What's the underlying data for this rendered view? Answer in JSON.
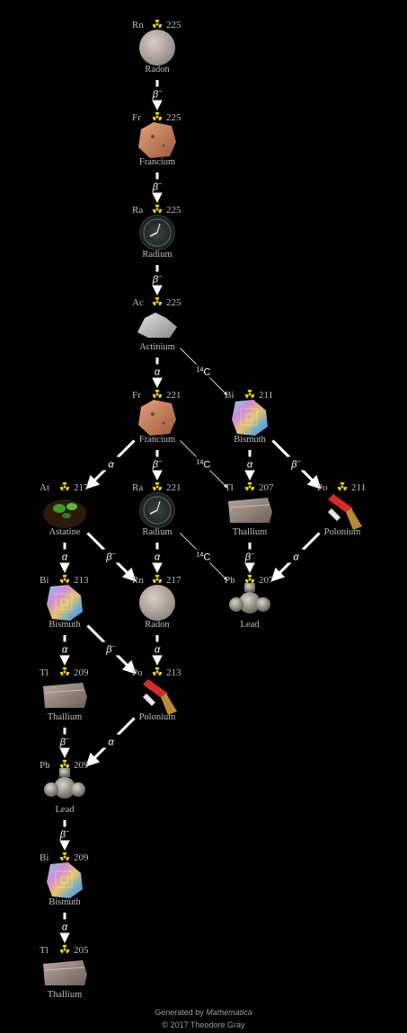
{
  "footer": {
    "line1_prefix": "Generated by ",
    "line1_product": "Mathematica",
    "line2": "© 2017 Theodore Gray"
  },
  "nodes": [
    {
      "id": "rn225",
      "sym": "Rn",
      "mass": "225",
      "name": "Radon",
      "img": "radon"
    },
    {
      "id": "fr225",
      "sym": "Fr",
      "mass": "225",
      "name": "Francium",
      "img": "francium"
    },
    {
      "id": "ra225",
      "sym": "Ra",
      "mass": "225",
      "name": "Radium",
      "img": "radium"
    },
    {
      "id": "ac225",
      "sym": "Ac",
      "mass": "225",
      "name": "Actinium",
      "img": "actinium"
    },
    {
      "id": "fr221",
      "sym": "Fr",
      "mass": "221",
      "name": "Francium",
      "img": "francium"
    },
    {
      "id": "bi211",
      "sym": "Bi",
      "mass": "211",
      "name": "Bismuth",
      "img": "bismuth"
    },
    {
      "id": "at217",
      "sym": "At",
      "mass": "217",
      "name": "Astatine",
      "img": "astatine"
    },
    {
      "id": "ra221",
      "sym": "Ra",
      "mass": "221",
      "name": "Radium",
      "img": "radium"
    },
    {
      "id": "tl207",
      "sym": "Tl",
      "mass": "207",
      "name": "Thallium",
      "img": "thallium"
    },
    {
      "id": "po211",
      "sym": "Po",
      "mass": "211",
      "name": "Polonium",
      "img": "polonium"
    },
    {
      "id": "bi213",
      "sym": "Bi",
      "mass": "213",
      "name": "Bismuth",
      "img": "bismuth"
    },
    {
      "id": "rn217",
      "sym": "Rn",
      "mass": "217",
      "name": "Radon",
      "img": "radon"
    },
    {
      "id": "pb207",
      "sym": "Pb",
      "mass": "207",
      "name": "Lead",
      "img": "lead"
    },
    {
      "id": "tl209",
      "sym": "Tl",
      "mass": "209",
      "name": "Thallium",
      "img": "thallium"
    },
    {
      "id": "po213",
      "sym": "Po",
      "mass": "213",
      "name": "Polonium",
      "img": "polonium"
    },
    {
      "id": "pb209",
      "sym": "Pb",
      "mass": "209",
      "name": "Lead",
      "img": "lead"
    },
    {
      "id": "bi209",
      "sym": "Bi",
      "mass": "209",
      "name": "Bismuth",
      "img": "bismuth"
    },
    {
      "id": "tl205",
      "sym": "Tl",
      "mass": "205",
      "name": "Thallium",
      "img": "thallium"
    }
  ],
  "edges": [
    {
      "from": "rn225",
      "to": "fr225",
      "decay": "beta",
      "label": "β",
      "sup": "−"
    },
    {
      "from": "fr225",
      "to": "ra225",
      "decay": "beta",
      "label": "β",
      "sup": "−"
    },
    {
      "from": "ra225",
      "to": "ac225",
      "decay": "beta",
      "label": "β",
      "sup": "−"
    },
    {
      "from": "ac225",
      "to": "fr221",
      "decay": "alpha",
      "label": "α",
      "sup": ""
    },
    {
      "from": "ac225",
      "to": "bi211",
      "decay": "cluster",
      "label": "C",
      "sup": "14"
    },
    {
      "from": "fr221",
      "to": "at217",
      "decay": "alpha",
      "label": "α",
      "sup": ""
    },
    {
      "from": "fr221",
      "to": "ra221",
      "decay": "beta",
      "label": "β",
      "sup": "−"
    },
    {
      "from": "fr221",
      "to": "tl207",
      "decay": "cluster",
      "label": "C",
      "sup": "14"
    },
    {
      "from": "bi211",
      "to": "tl207",
      "decay": "alpha",
      "label": "α",
      "sup": ""
    },
    {
      "from": "bi211",
      "to": "po211",
      "decay": "beta",
      "label": "β",
      "sup": "−"
    },
    {
      "from": "at217",
      "to": "bi213",
      "decay": "alpha",
      "label": "α",
      "sup": ""
    },
    {
      "from": "at217",
      "to": "rn217",
      "decay": "beta",
      "label": "β",
      "sup": "−"
    },
    {
      "from": "ra221",
      "to": "rn217",
      "decay": "alpha",
      "label": "α",
      "sup": ""
    },
    {
      "from": "ra221",
      "to": "pb207",
      "decay": "cluster",
      "label": "C",
      "sup": "14"
    },
    {
      "from": "tl207",
      "to": "pb207",
      "decay": "beta",
      "label": "β",
      "sup": "−"
    },
    {
      "from": "po211",
      "to": "pb207",
      "decay": "alpha",
      "label": "α",
      "sup": ""
    },
    {
      "from": "bi213",
      "to": "tl209",
      "decay": "alpha",
      "label": "α",
      "sup": ""
    },
    {
      "from": "bi213",
      "to": "po213",
      "decay": "beta",
      "label": "β",
      "sup": "−"
    },
    {
      "from": "rn217",
      "to": "po213",
      "decay": "alpha",
      "label": "α",
      "sup": ""
    },
    {
      "from": "tl209",
      "to": "pb209",
      "decay": "beta",
      "label": "β",
      "sup": "−"
    },
    {
      "from": "po213",
      "to": "pb209",
      "decay": "alpha",
      "label": "α",
      "sup": ""
    },
    {
      "from": "pb209",
      "to": "bi209",
      "decay": "beta",
      "label": "β",
      "sup": "−"
    },
    {
      "from": "bi209",
      "to": "tl205",
      "decay": "alpha",
      "label": "α",
      "sup": ""
    }
  ],
  "colors": {
    "background": "#000000",
    "text": "#bdbdbd",
    "arrow": "#ffffff",
    "radiation": "#f2d200"
  }
}
